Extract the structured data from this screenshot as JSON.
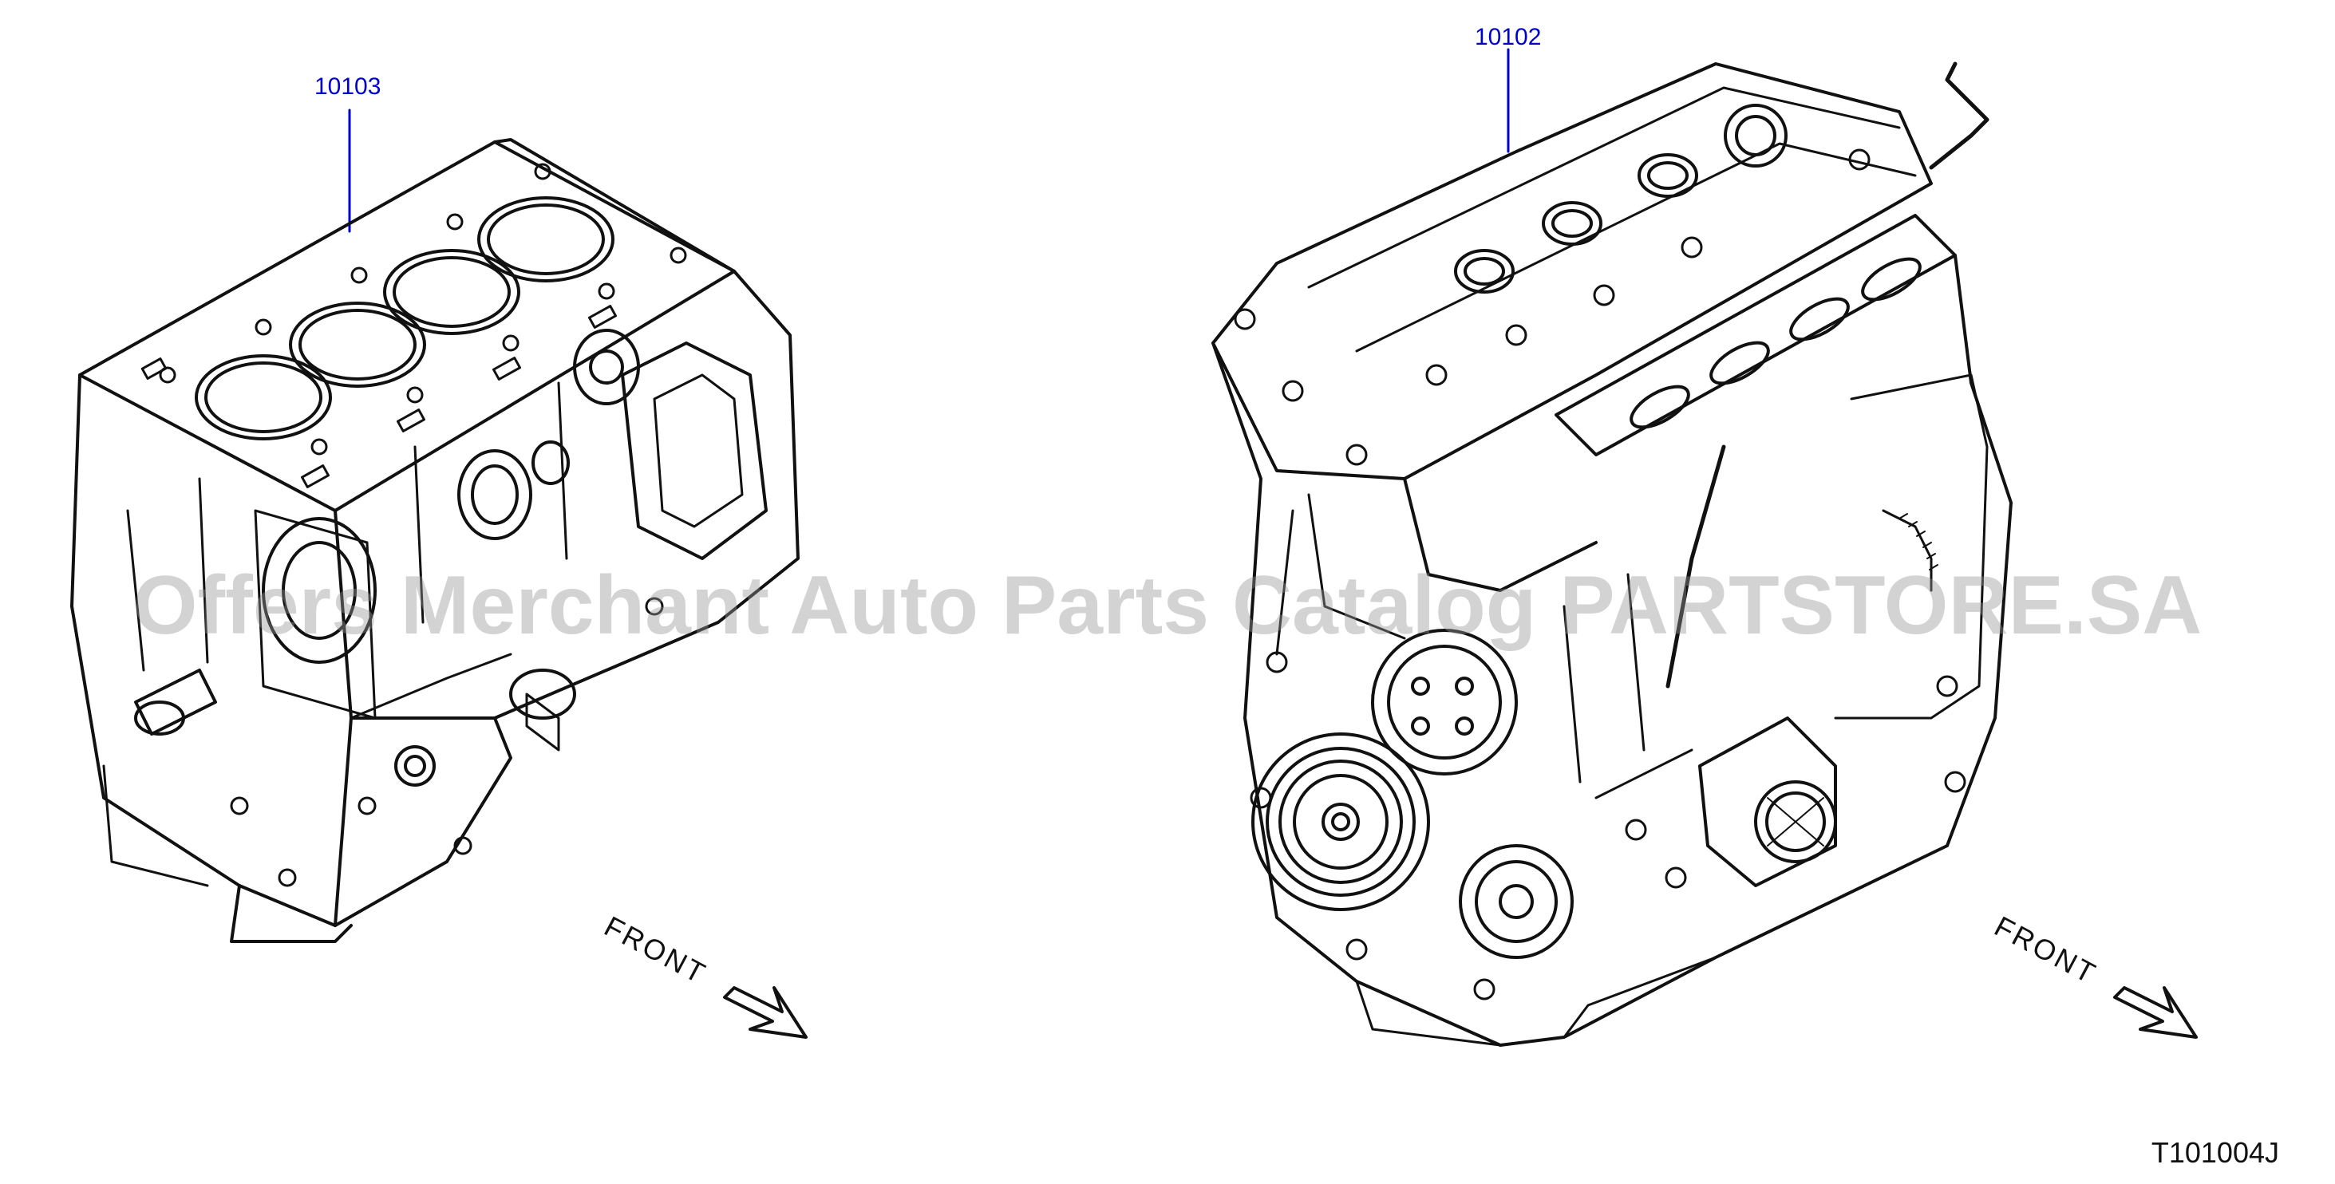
{
  "callouts": {
    "short_block": "10103",
    "engine_assembly": "10102"
  },
  "front_labels": {
    "left": "FRONT",
    "right": "FRONT"
  },
  "watermark": "Offers Merchant Auto Parts Catalog PARTSTORE.SA",
  "diagram_code": "T101004J",
  "colors": {
    "callout": "#0000cc",
    "line_art": "#111111",
    "watermark": "#969696"
  }
}
